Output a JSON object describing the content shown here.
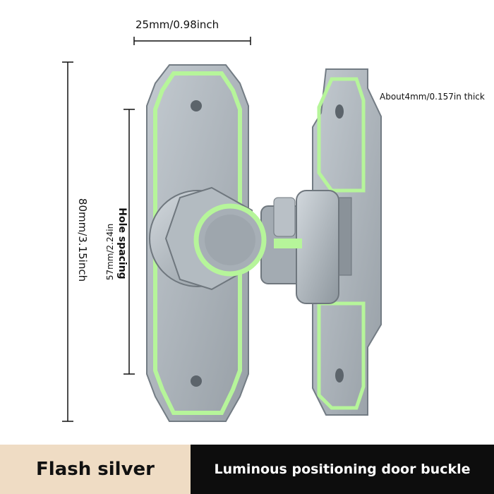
{
  "dimensions": {
    "width": "25mm/0.98inch",
    "height": "80mm/3.15inch",
    "hole_spacing_title": "Hole spacing",
    "hole_spacing_value": "57mm/2.24in",
    "thickness": "About4mm/0.157in thick"
  },
  "banner": {
    "left_label": "Flash silver",
    "right_label": "Luminous positioning door buckle"
  },
  "colors": {
    "metal": "#a9b1b8",
    "metal_dark": "#7f8890",
    "glow": "#b6f59a",
    "banner_left_bg": "#efdcc4",
    "banner_right_bg": "#0d0d0d"
  }
}
